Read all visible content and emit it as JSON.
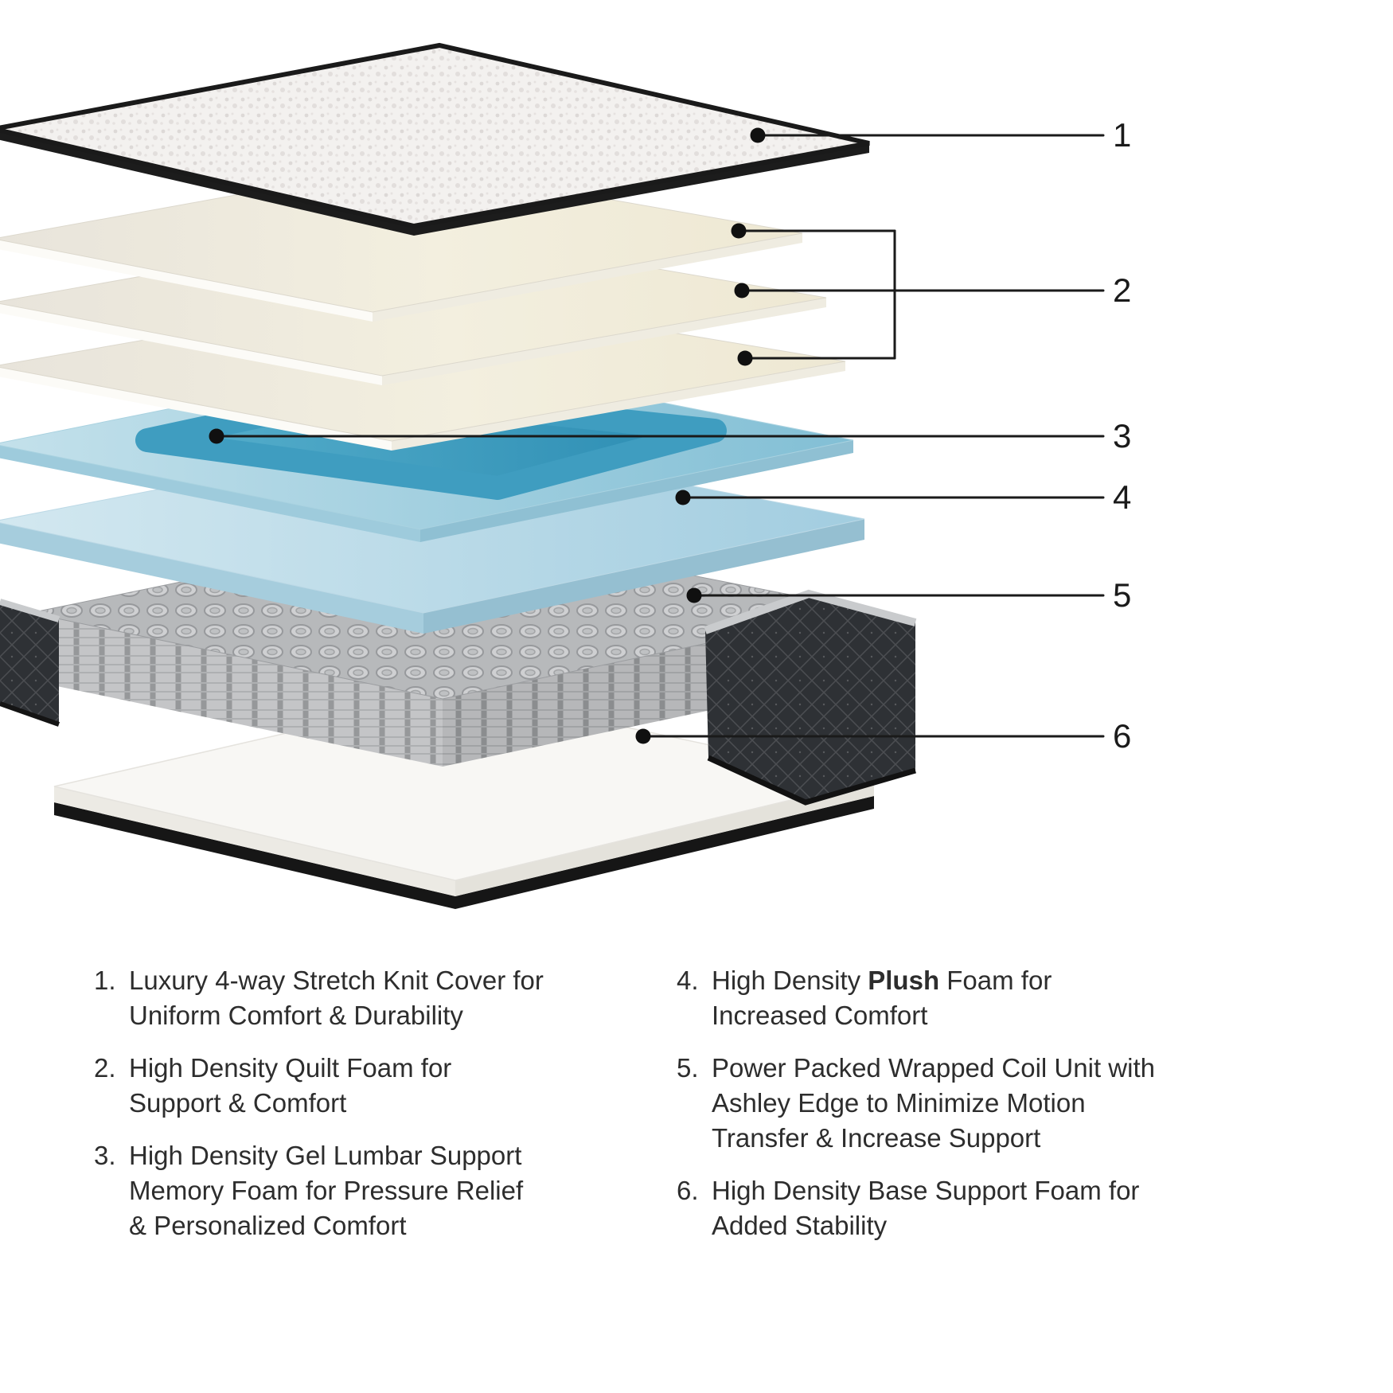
{
  "callouts": [
    {
      "label": "1"
    },
    {
      "label": "2"
    },
    {
      "label": "3"
    },
    {
      "label": "4"
    },
    {
      "label": "5"
    },
    {
      "label": "6"
    }
  ],
  "legend": {
    "left": [
      {
        "num": "1.",
        "lines": [
          "Luxury 4-way Stretch Knit Cover for",
          "Uniform Comfort & Durability"
        ]
      },
      {
        "num": "2.",
        "lines": [
          "High Density Quilt Foam for",
          "Support & Comfort"
        ]
      },
      {
        "num": "3.",
        "lines": [
          "High Density Gel Lumbar Support",
          "Memory Foam for Pressure Relief",
          "& Personalized Comfort"
        ]
      }
    ],
    "right": [
      {
        "num": "4.",
        "line1_pre": "High Density ",
        "line1_bold": "Plush",
        "line1_post": " Foam for",
        "lines": [
          "Increased Comfort"
        ]
      },
      {
        "num": "5.",
        "lines": [
          "Power Packed Wrapped Coil Unit with",
          "Ashley Edge to Minimize Motion",
          "Transfer & Increase Support"
        ]
      },
      {
        "num": "6.",
        "lines": [
          "High Density Base Support Foam for",
          "Added Stability"
        ]
      }
    ]
  },
  "colors": {
    "cover_rim": "#1c1c1c",
    "cream_foam": "#f0ecdc",
    "gel_top": "#9fcde0",
    "gel_pad": "#3f9dc0",
    "plush_foam": "#bcdcea",
    "coil_gray": "#c0c1c3",
    "base_fabric": "#2e3135",
    "fabric_trim": "#c9cbcd",
    "board_white": "#f8f7f4",
    "line_black": "#1a1a1a"
  }
}
